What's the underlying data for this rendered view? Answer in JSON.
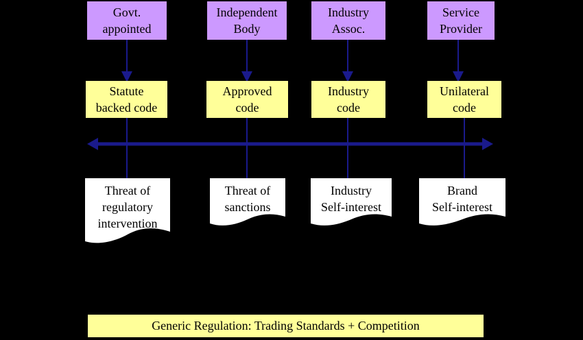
{
  "colors": {
    "background": "#000000",
    "authority_box": "#cc99ff",
    "code_box": "#ffff99",
    "driver_document": "#ffffff",
    "connector": "#1a1a8c",
    "arrow": "#1a1a8c"
  },
  "columns": [
    {
      "authority": "Govt.\nappointed",
      "code": "Statute\nbacked code",
      "driver": "Threat of\nregulatory\nintervention"
    },
    {
      "authority": "Independent\nBody",
      "code": "Approved\ncode",
      "driver": "Threat of\nsanctions"
    },
    {
      "authority": "Industry\nAssoc.",
      "code": "Industry\ncode",
      "driver": "Industry\nSelf-interest"
    },
    {
      "authority": "Service\nProvider",
      "code": "Unilateral\ncode",
      "driver": "Brand\nSelf-interest"
    }
  ],
  "banner": "Generic Regulation: Trading Standards + Competition"
}
